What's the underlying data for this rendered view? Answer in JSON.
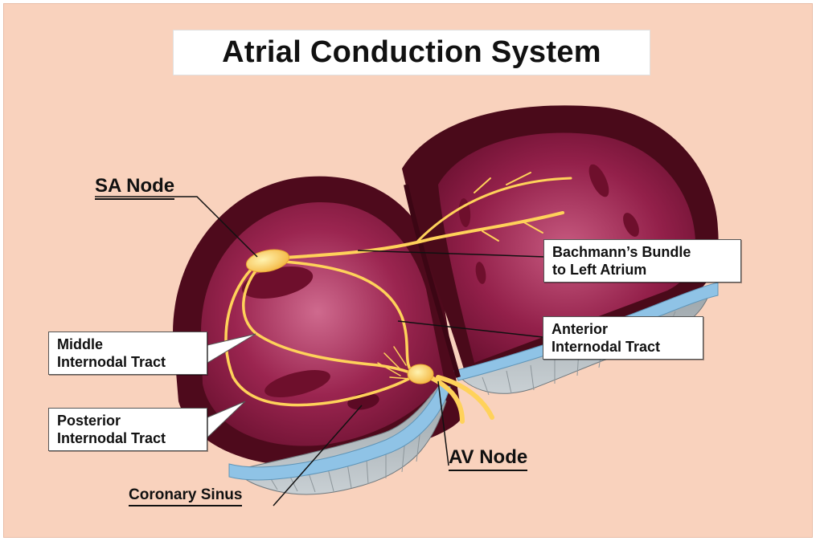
{
  "title": "Atrial Conduction System",
  "labels": {
    "sa_node": "SA Node",
    "bachmann_line1": "Bachmann’s Bundle",
    "bachmann_line2": "to Left Atrium",
    "middle_line1": "Middle",
    "middle_line2": "Internodal Tract",
    "anterior_line1": "Anterior",
    "anterior_line2": "Internodal Tract",
    "posterior_line1": "Posterior",
    "posterior_line2": "Internodal Tract",
    "av_node": "AV Node",
    "coronary_sinus": "Coronary Sinus"
  },
  "colors": {
    "background": "#f9d2bd",
    "atrium_dark": "#4e0a1c",
    "atrium_mid": "#8f1f45",
    "atrium_light": "#c4527a",
    "tract": "#ffd25a",
    "valve": "#8fc3e6"
  }
}
